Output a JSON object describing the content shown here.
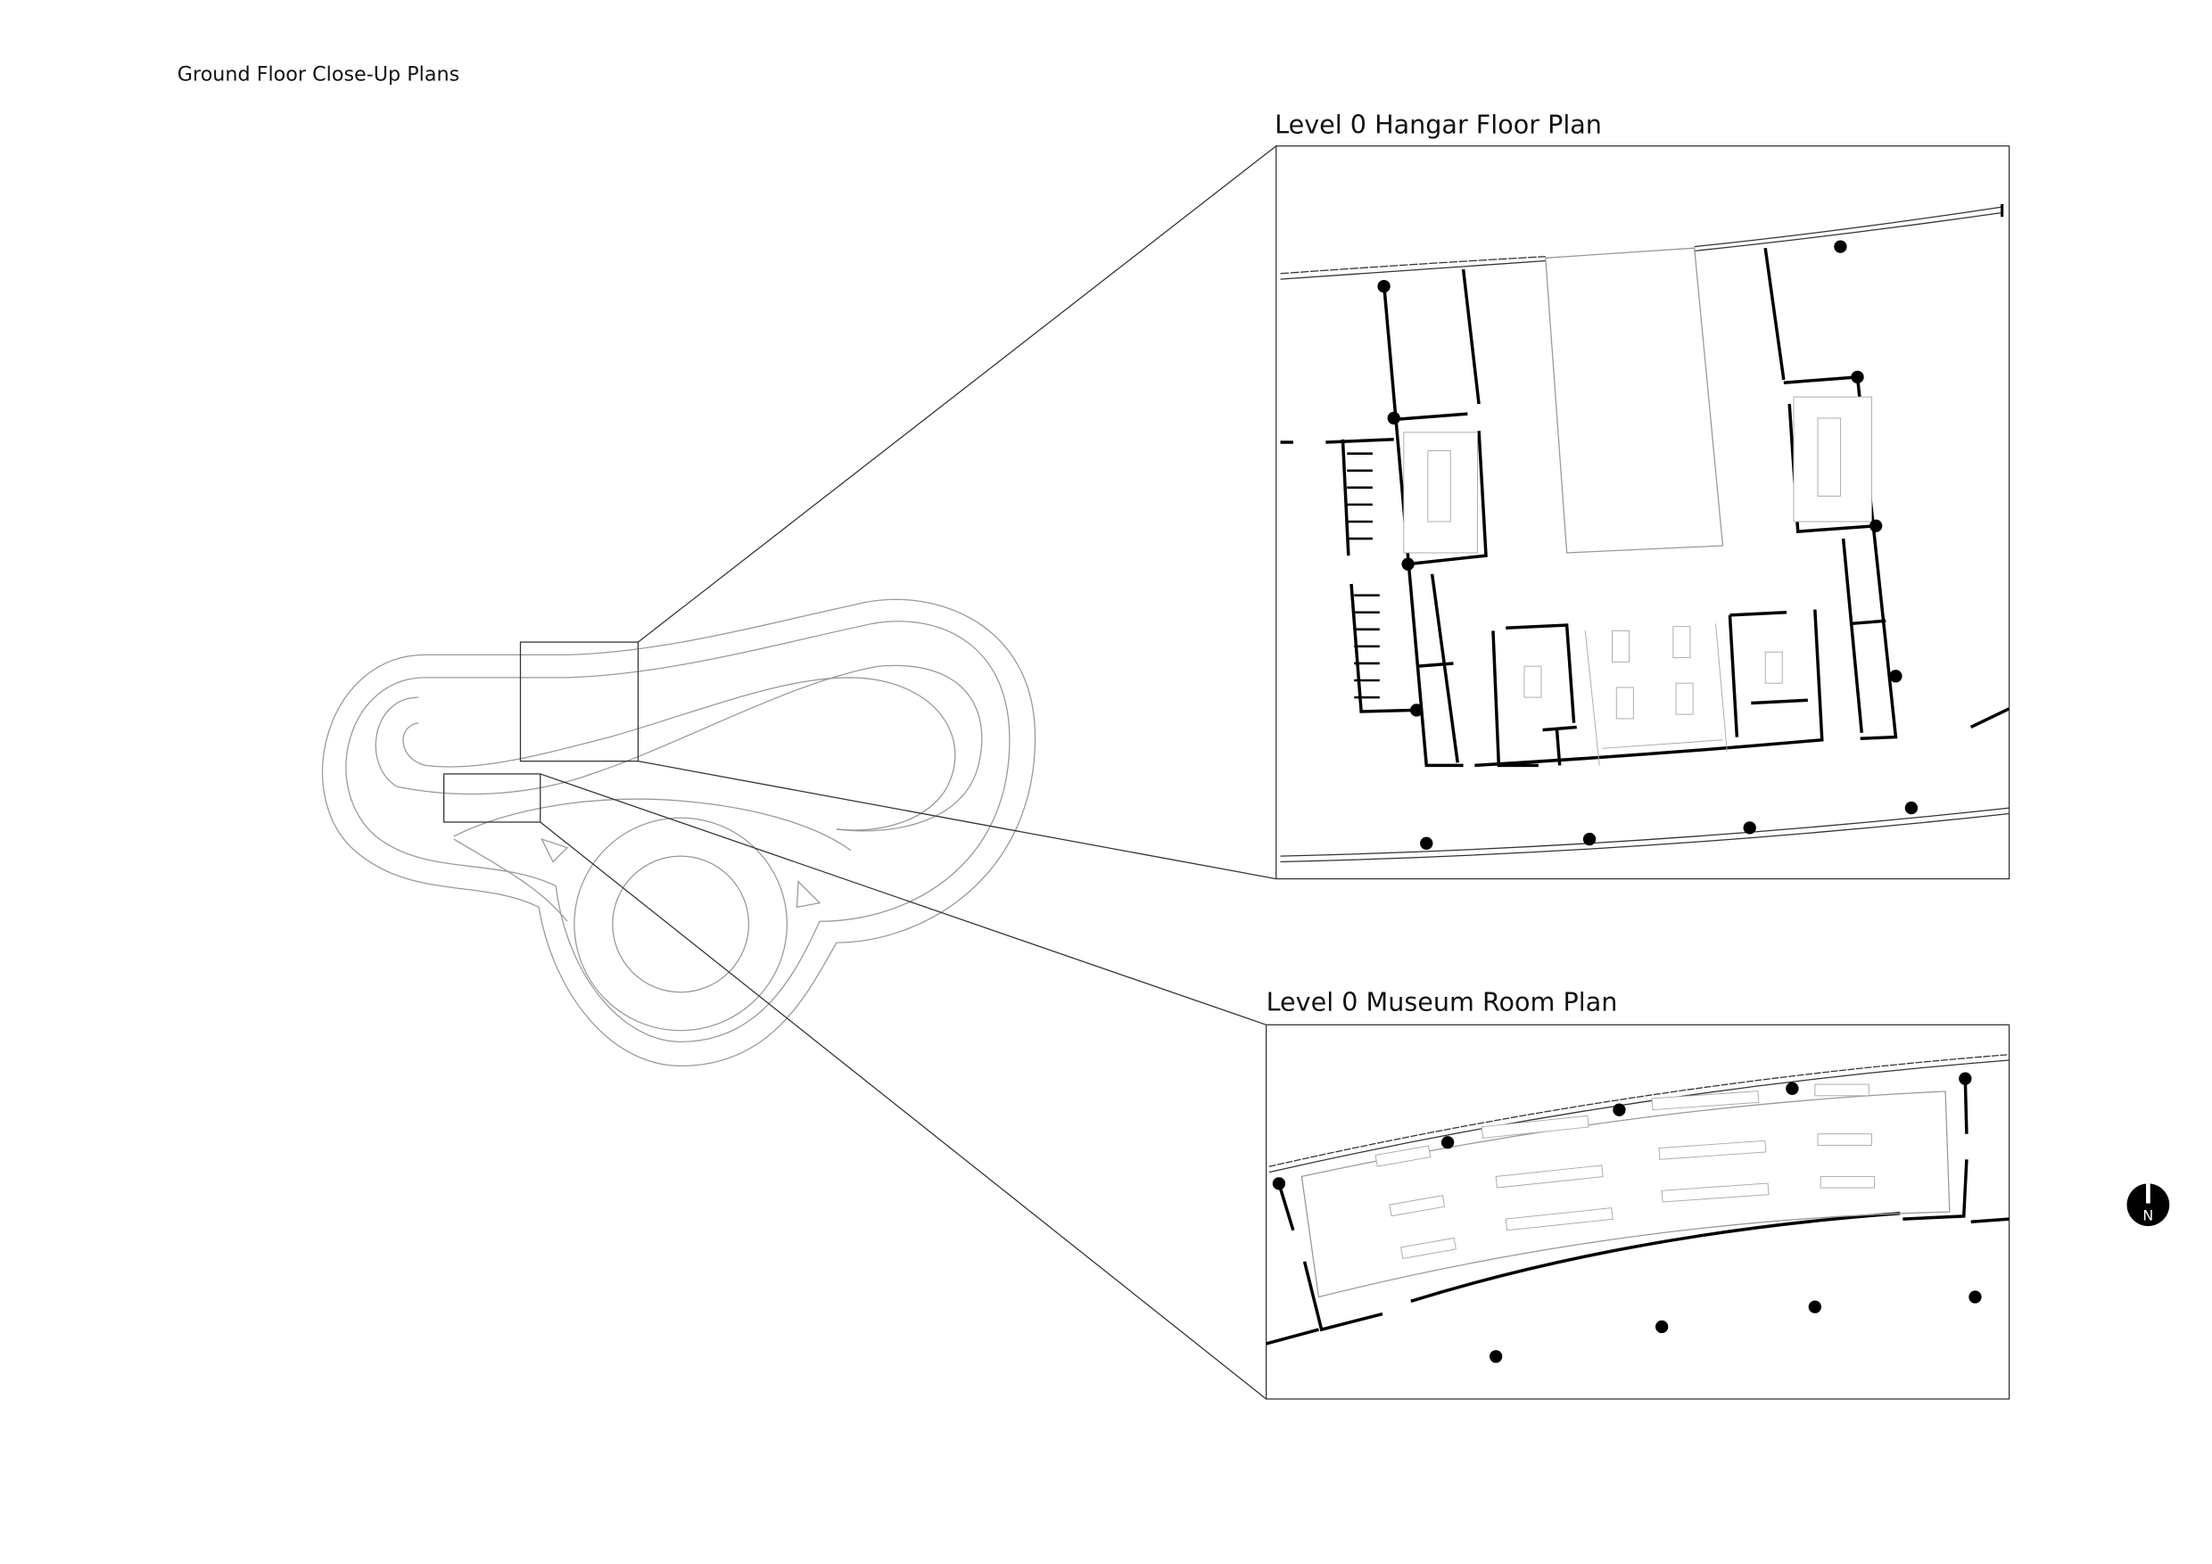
{
  "sheet": {
    "title": "Ground Floor Close-Up Plans"
  },
  "hangar_plan": {
    "title": "Level 0 Hangar Floor Plan"
  },
  "museum_plan": {
    "title": "Level 0 Museum Room Plan"
  },
  "north_arrow": {
    "label": "N"
  }
}
